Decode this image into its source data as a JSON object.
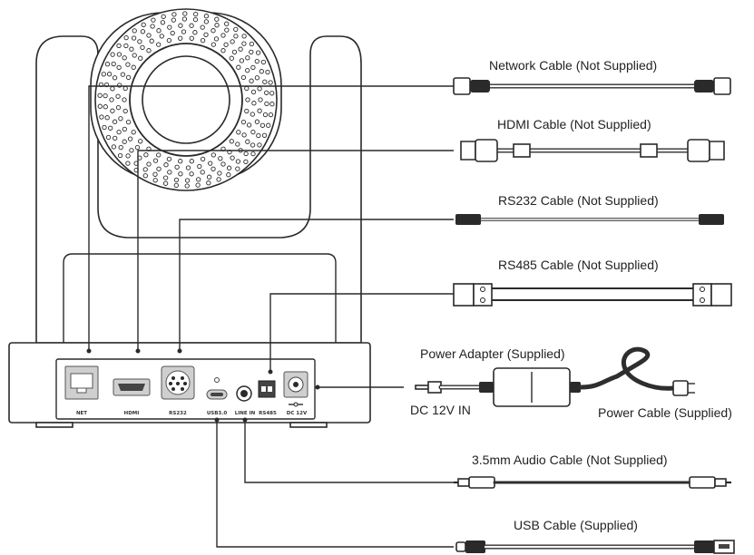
{
  "cables": [
    {
      "id": "network",
      "label": "Network Cable  (Not Supplied)"
    },
    {
      "id": "hdmi",
      "label": "HDMI Cable  (Not Supplied)"
    },
    {
      "id": "rs232",
      "label": "RS232 Cable (Not Supplied)"
    },
    {
      "id": "rs485",
      "label": "RS485 Cable  (Not Supplied)"
    },
    {
      "id": "power_adapter",
      "label": "Power Adapter (Supplied)"
    },
    {
      "id": "dc_in",
      "label": "DC 12V IN"
    },
    {
      "id": "power_cable",
      "label": "Power Cable (Supplied)"
    },
    {
      "id": "audio",
      "label": "3.5mm Audio Cable (Not Supplied)"
    },
    {
      "id": "usb",
      "label": "USB Cable (Supplied)"
    }
  ],
  "ports": {
    "net": "NET",
    "hdmi": "HDMI",
    "rs232": "RS232",
    "usb": "USB3.0",
    "line_in": "LINE IN",
    "rs485": "RS485",
    "dc": "DC 12V"
  },
  "colors": {
    "line": "#2a2a2a",
    "background": "#ffffff"
  }
}
